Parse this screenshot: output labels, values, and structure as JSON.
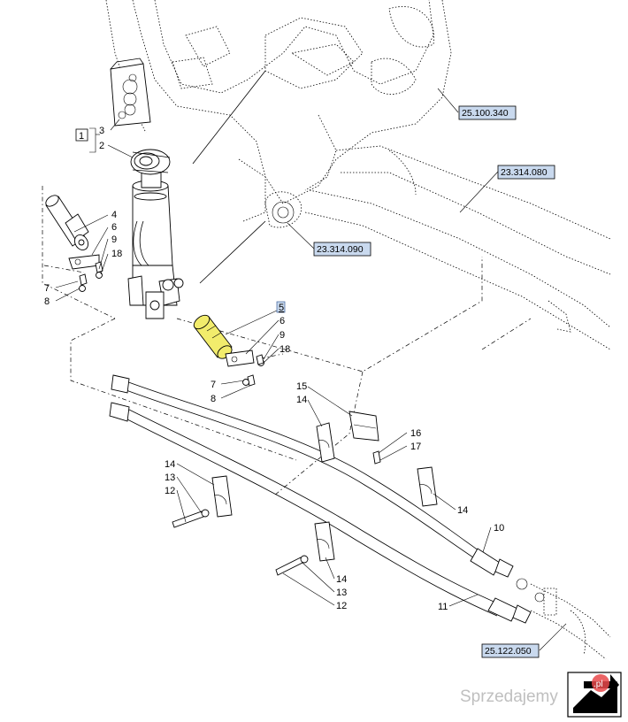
{
  "refs": {
    "r1": "25.100.340",
    "r2": "23.314.080",
    "r3": "23.314.090",
    "r4": "25.122.050"
  },
  "callouts": {
    "c1": "1",
    "c3": "3",
    "c2": "2",
    "c4": "4",
    "c6a": "6",
    "c9a": "9",
    "c18a": "18",
    "c7a": "7",
    "c8a": "8",
    "c5": "5",
    "c6b": "6",
    "c9b": "9",
    "c18b": "18",
    "c7b": "7",
    "c8b": "8",
    "c15": "15",
    "c14a": "14",
    "c16": "16",
    "c17": "17",
    "c14b": "14",
    "c13a": "13",
    "c12a": "12",
    "c14c": "14",
    "c10": "10",
    "c14d": "14",
    "c13b": "13",
    "c12b": "12",
    "c11": "11"
  },
  "watermark": {
    "text": "Sprzedajemy",
    "suffix": ".pl"
  },
  "colors": {
    "highlight": "#f2ec6c",
    "ref_box": "#c9d9ee",
    "badge": "#e8484a"
  }
}
